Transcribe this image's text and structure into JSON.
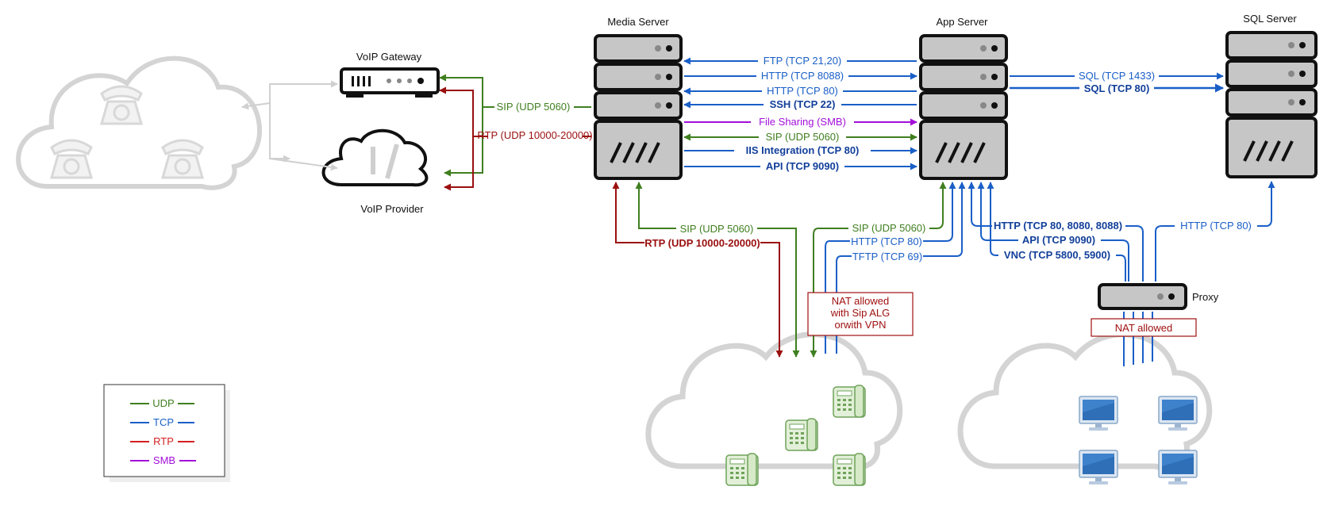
{
  "nodes": {
    "media_server": "Media Server",
    "app_server": "App Server",
    "sql_server": "SQL Server",
    "voip_gateway": "VoIP Gateway",
    "voip_provider": "VoIP Provider",
    "proxy": "Proxy"
  },
  "links": {
    "gw_sip": "SIP (UDP 5060)",
    "gw_rtp": "RTP (UDP 10000-20000)",
    "ftp": "FTP (TCP 21,20)",
    "http8088": "HTTP (TCP 8088)",
    "http80": "HTTP (TCP 80)",
    "ssh": "SSH (TCP 22)",
    "smb": "File Sharing (SMB)",
    "sip": "SIP (UDP 5060)",
    "iis": "IIS Integration (TCP 80)",
    "api": "API (TCP 9090)",
    "sql1433": "SQL (TCP 1433)",
    "sql80": "SQL (TCP 80)",
    "ms_sip": "SIP (UDP 5060)",
    "ms_rtp": "RTP (UDP 10000-20000)",
    "as_sip": "SIP (UDP 5060)",
    "as_http": "HTTP (TCP 80)",
    "as_tftp": "TFTP (TCP 69)",
    "pc_http": "HTTP (TCP 80, 8080, 8088)",
    "pc_api": "API (TCP 9090)",
    "pc_vnc": "VNC (TCP 5800, 5900)",
    "sql_http": "HTTP (TCP 80)"
  },
  "notes": {
    "nat_sip_1": "NAT allowed",
    "nat_sip_2": "with Sip ALG",
    "nat_sip_3": "orwith VPN",
    "nat_proxy": "NAT allowed"
  },
  "legend": {
    "udp": "UDP",
    "tcp": "TCP",
    "rtp": "RTP",
    "smb": "SMB"
  },
  "colors": {
    "udp": "#3f7f1f",
    "tcp": "#1a5fc7",
    "rtp": "#9a0f0f",
    "smb": "#a20fd8",
    "nat_note": "#a01010",
    "cloud_outline": "#d4d4d4",
    "server_fill": "#c6c6c6"
  }
}
